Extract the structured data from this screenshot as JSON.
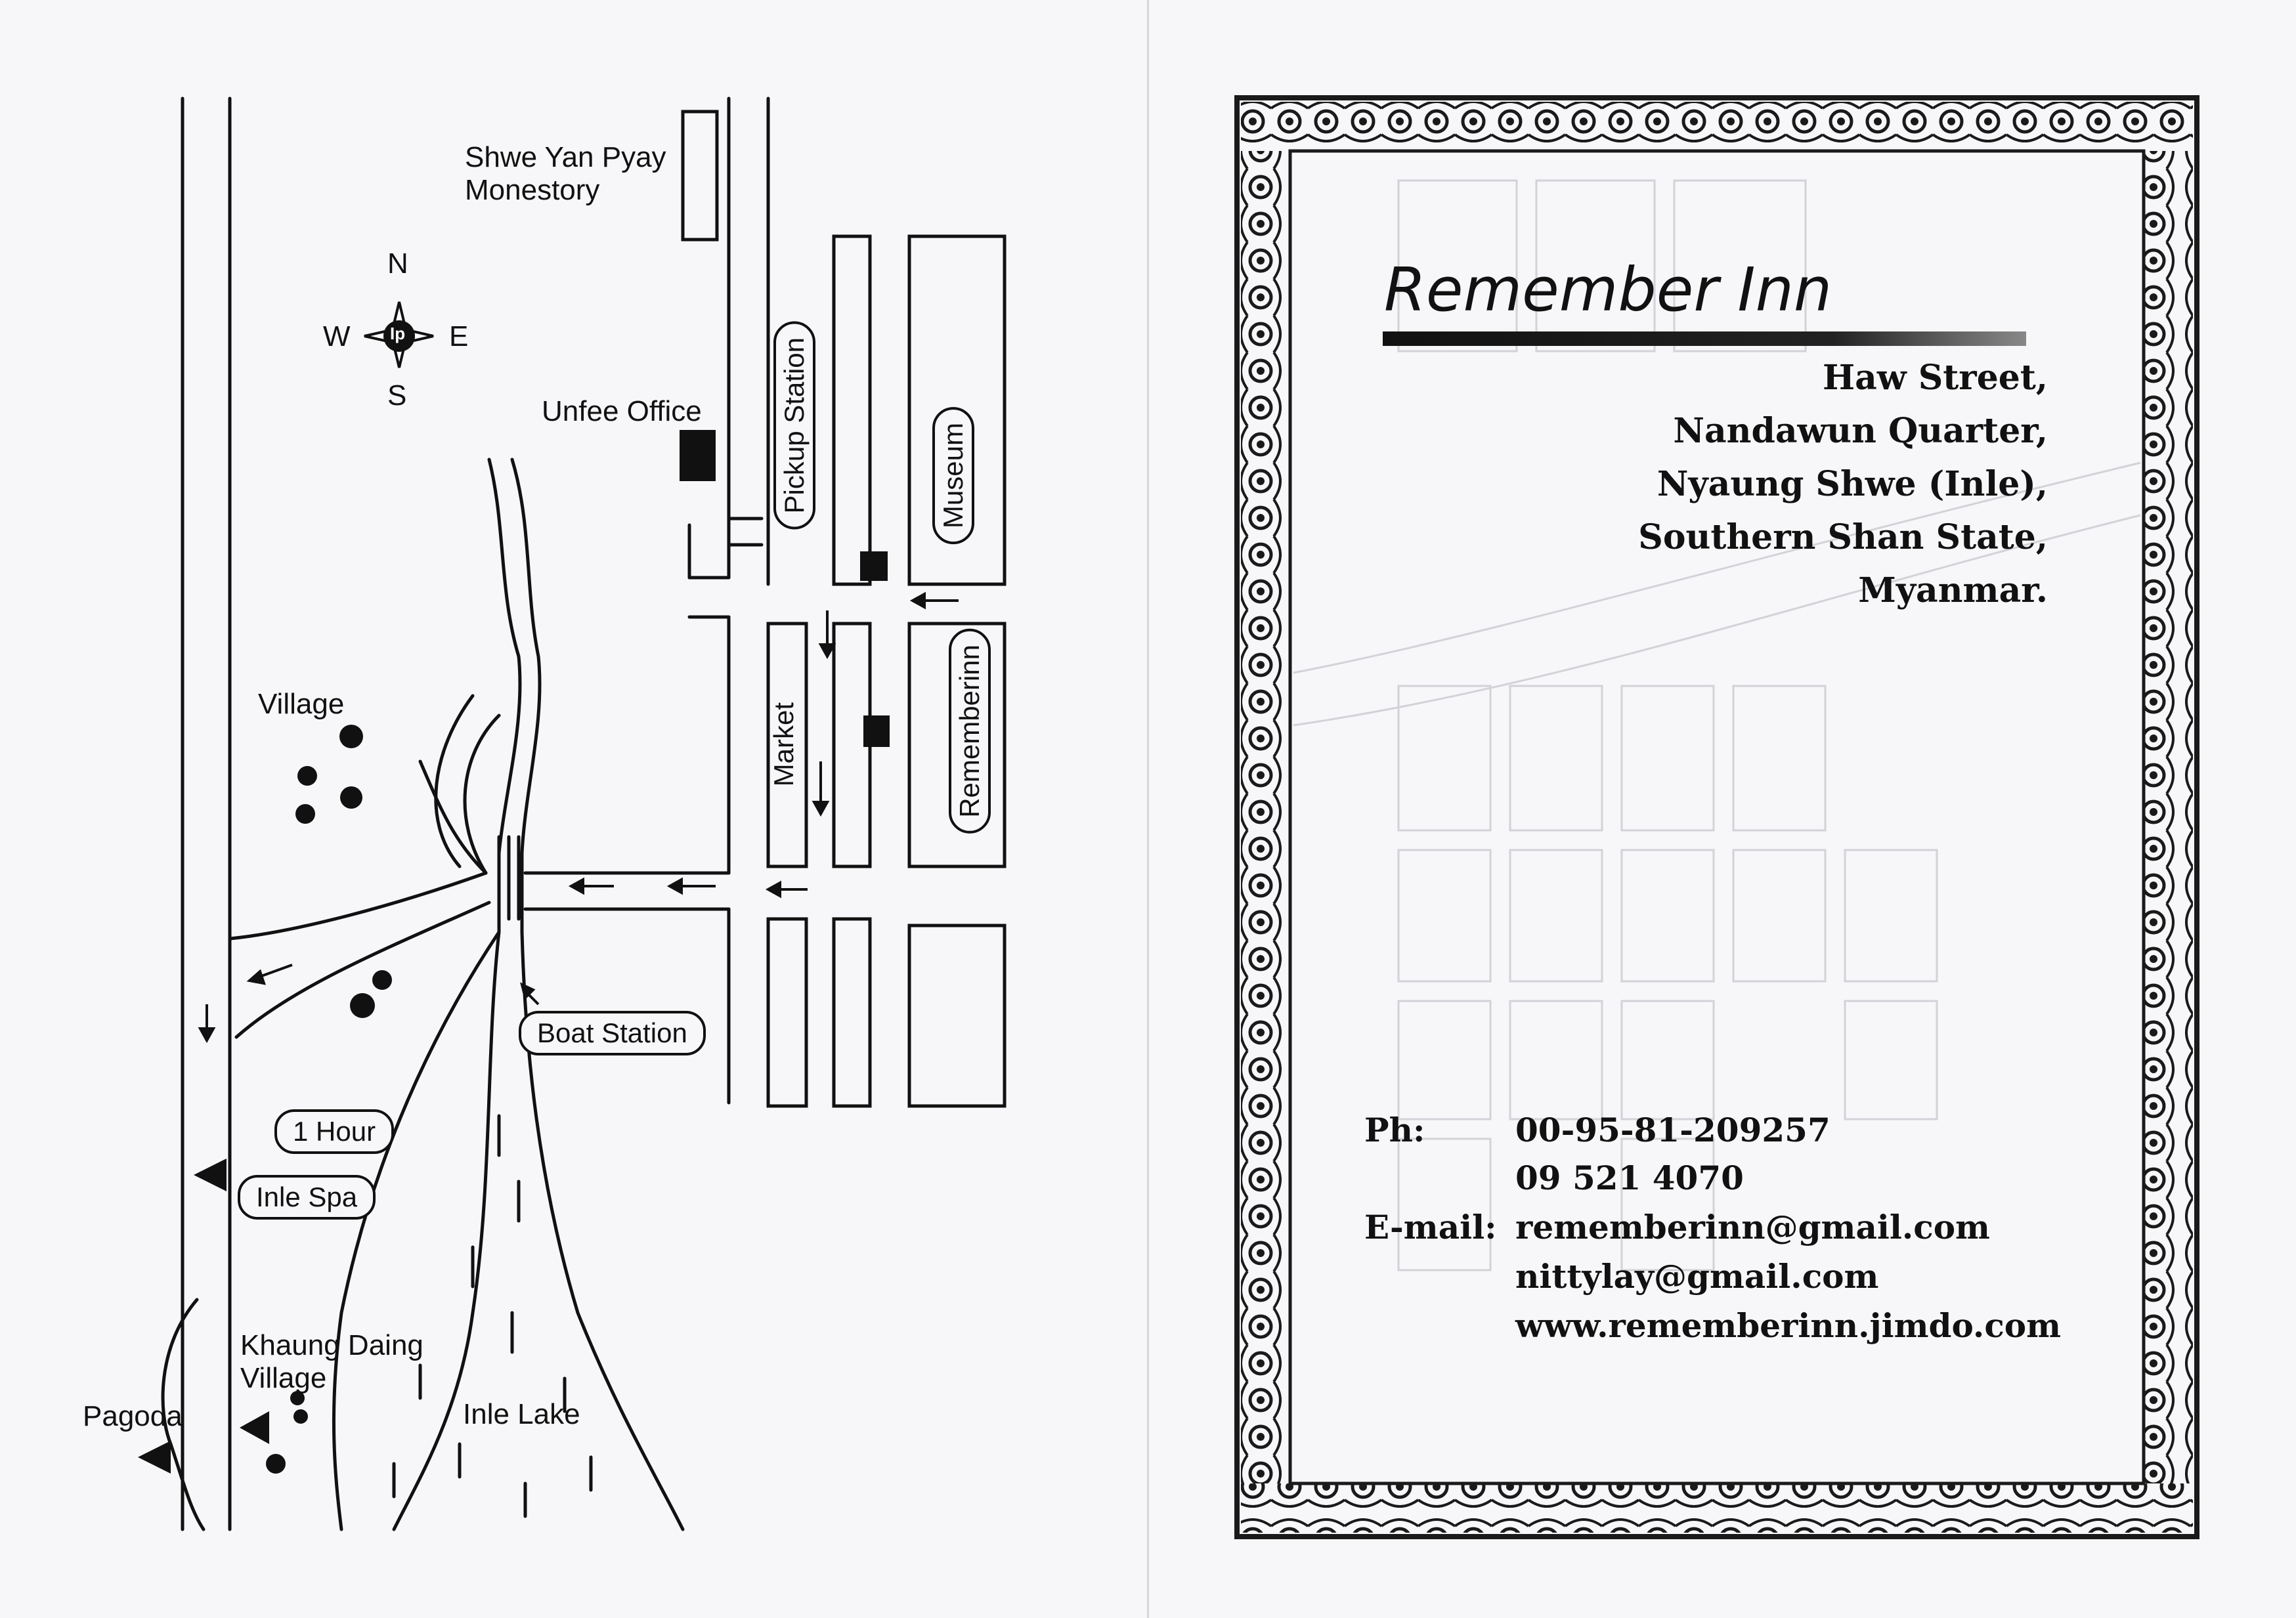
{
  "map": {
    "labels": {
      "monastery_line1": "Shwe Yan Pyay",
      "monastery_line2": "Monestory",
      "compass_n": "N",
      "compass_s": "S",
      "compass_e": "E",
      "compass_w": "W",
      "compass_center": "Ip",
      "unfee_office": "Unfee Office",
      "village": "Village",
      "khaung_daing_line1": "Khaung Daing",
      "khaung_daing_line2": "Village",
      "pagoda": "Pagoda",
      "inle_lake": "Inle Lake",
      "market": "Market"
    },
    "pills": {
      "pickup_station": "Pickup Station",
      "museum": "Museum",
      "rememberinn": "Rememberinn",
      "boat_station": "Boat Station",
      "one_hour": "1 Hour",
      "inle_spa": "Inle Spa"
    }
  },
  "card": {
    "title": "Remember Inn",
    "address": [
      "Haw Street,",
      "Nandawun Quarter,",
      "Nyaung Shwe (Inle),",
      "Southern Shan State,",
      "Myanmar."
    ],
    "phone_label": "Ph:",
    "phones": [
      "00-95-81-209257",
      "09 521 4070"
    ],
    "email_label": "E-mail:",
    "emails": [
      "rememberinn@gmail.com",
      "nittylay@gmail.com"
    ],
    "website": "www.rememberinn.jimdo.com"
  }
}
